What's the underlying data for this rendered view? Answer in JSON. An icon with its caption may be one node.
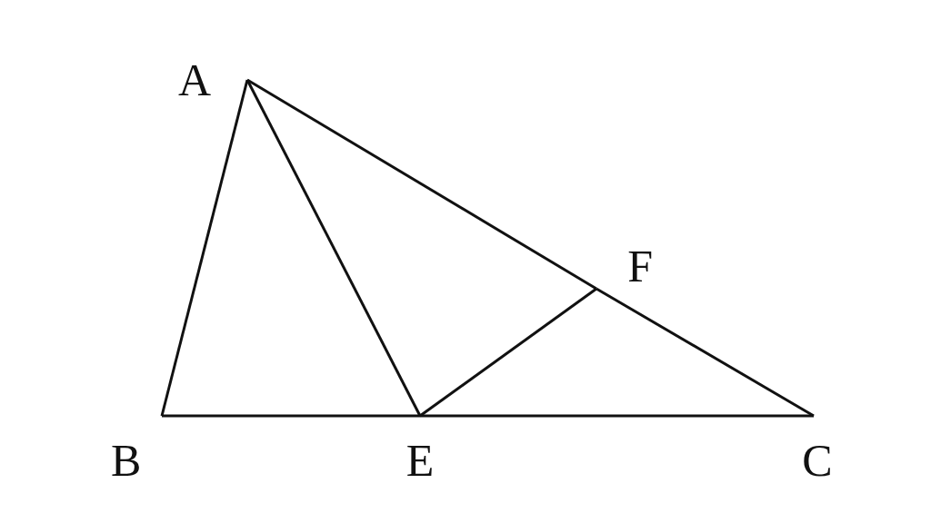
{
  "diagram": {
    "nodes": [
      {
        "text": [
          "A"
        ]
      },
      {
        "text": [
          "F"
        ]
      },
      {
        "text": [
          "B"
        ]
      },
      {
        "text": [
          "E"
        ]
      },
      {
        "text": [
          "C"
        ]
      }
    ],
    "edges": [
      {
        "from": 0,
        "to": 2,
        "arrow": "none"
      },
      {
        "from": 0,
        "to": 3,
        "arrow": "none"
      },
      {
        "from": 0,
        "to": 1,
        "arrow": "none"
      },
      {
        "from": 1,
        "to": 4,
        "arrow": "none"
      },
      {
        "from": 2,
        "to": 3,
        "arrow": "none"
      },
      {
        "from": 3,
        "to": 4,
        "arrow": "none"
      },
      {
        "from": 3,
        "to": 1,
        "arrow": "none"
      }
    ]
  }
}
